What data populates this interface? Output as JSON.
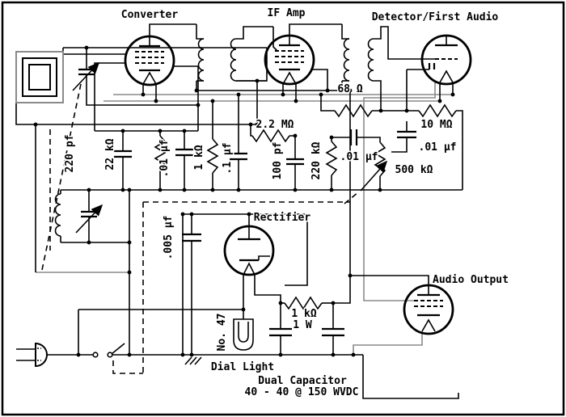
{
  "labels": {
    "converter": "Converter",
    "if_amp": "IF Amp",
    "detector": "Detector/First Audio",
    "rectifier": "Rectifier",
    "audio_output": "Audio Output",
    "r68": "68 Ω",
    "r2m2": "2.2 MΩ",
    "r10m": "10 MΩ",
    "c01_det": ".01 μf",
    "c01_coupling": ".01 μf",
    "r500k": "500 kΩ",
    "c220pf": "220 pf",
    "r22k": "22 kΩ",
    "c01_conv": ".01 μf",
    "r1k": "1 kΩ",
    "c_point1uf": ".1 μf",
    "c100pf": "100 pf",
    "r220k": "220 kΩ",
    "c005": ".005 μf",
    "lamp_no47": "No. 47",
    "r1k1w_value": "1 kΩ",
    "r1k1w_power": "1 W",
    "dial_light": "Dial Light",
    "dual_cap_title": "Dual Capacitor",
    "dual_cap_rating": "40 - 40 @ 150 WVDC"
  },
  "colors": {
    "wire": "#000000",
    "secondary_wire": "#8a8a8a",
    "background": "#ffffff"
  }
}
